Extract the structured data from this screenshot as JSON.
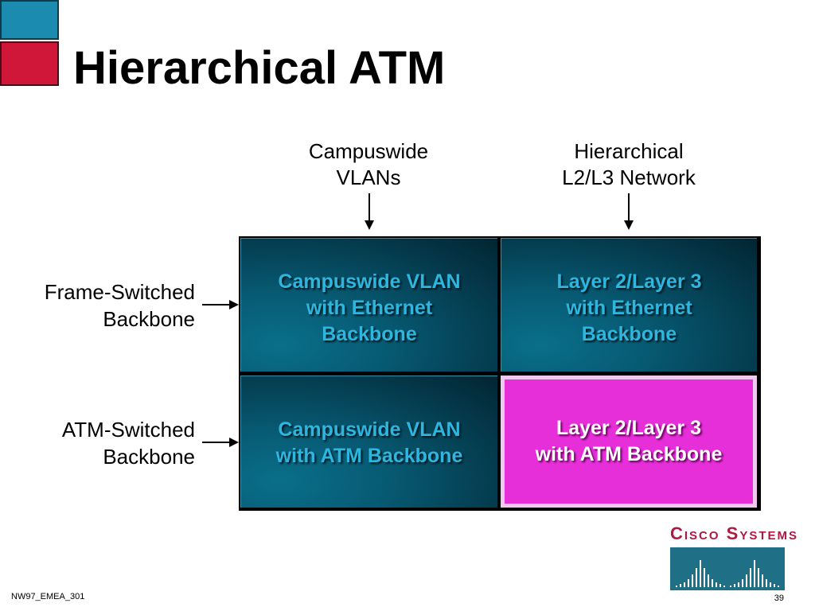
{
  "slide": {
    "title": "Hierarchical ATM",
    "columns": [
      {
        "label": "Campuswide\nVLANs"
      },
      {
        "label": "Hierarchical\nL2/L3 Network"
      }
    ],
    "rows": [
      {
        "label": "Frame-Switched\nBackbone"
      },
      {
        "label": "ATM-Switched\nBackbone"
      }
    ],
    "cells": [
      {
        "text": "Campuswide VLAN\nwith Ethernet\nBackbone"
      },
      {
        "text": "Layer 2/Layer 3\nwith Ethernet\nBackbone"
      },
      {
        "text": "Campuswide VLAN\nwith ATM Backbone"
      },
      {
        "text": "Layer 2/Layer 3\nwith ATM Backbone"
      }
    ],
    "footer_code": "NW97_EMEA_301",
    "page_number": "39"
  },
  "logo": {
    "text": "Cisco Systems"
  },
  "colors": {
    "accent_blue": "#1b8bb0",
    "accent_red": "#d0173a",
    "cell_teal": "#075a73",
    "cell_text_teal": "#2fb6de",
    "highlight_magenta": "#e62ed9",
    "logo_red": "#b01842"
  }
}
